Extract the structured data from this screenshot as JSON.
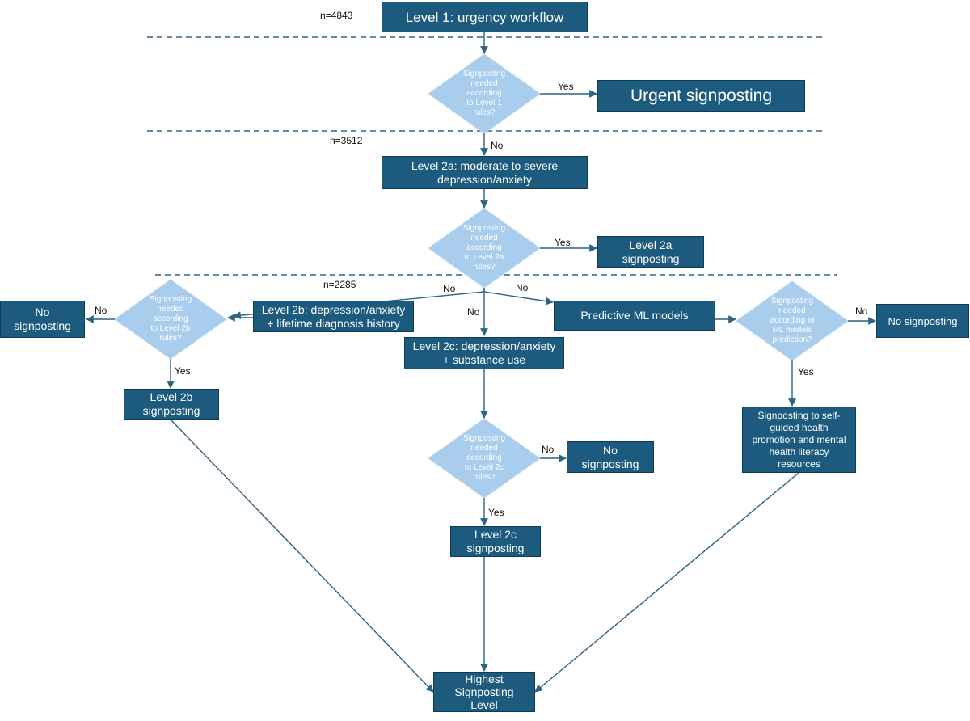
{
  "counts": {
    "n1": "n=4843",
    "n2a": "n=3512",
    "n2b": "n=2285"
  },
  "edge_labels": {
    "yes": "Yes",
    "no": "No"
  },
  "boxes": {
    "level1": "Level 1: urgency workflow",
    "urgent": "Urgent signposting",
    "level2a": "Level 2a: moderate to severe\ndepression/anxiety",
    "level2a_sign": "Level 2a\nsignposting",
    "level2b": "Level 2b: depression/anxiety\n+ lifetime diagnosis history",
    "level2b_no": "No\nsignposting",
    "level2b_sign": "Level 2b\nsignposting",
    "level2c": "Level 2c: depression/anxiety\n+ substance use",
    "level2c_no": "No\nsignposting",
    "level2c_sign": "Level 2c\nsignposting",
    "ml": "Predictive ML models",
    "ml_no": "No signposting",
    "ml_sign": "Signposting to  self-\nguided health\npromotion and mental\nhealth literacy\nresources",
    "highest": "Highest\nSignposting\nLevel"
  },
  "decisions": {
    "d1": "Signposting\nneeded\naccording\nto Level 1\nrules?",
    "d2a": "Signposting\nneeded\naccording\nto Level 2a\nrules?",
    "d2b": "Signposting\nneeded\naccording\nto Level 2b\nrules?",
    "d2c": "Signposting\nneeded\naccording\nto Level 2c\nrules?",
    "dml": "Signposting\nneeded\naccording to\nML models\nprediction?"
  },
  "colors": {
    "box_fill": "#1c5a7e",
    "diamond_fill": "#a9cdec",
    "connector": "#2d6384",
    "divider": "#2d6384"
  }
}
